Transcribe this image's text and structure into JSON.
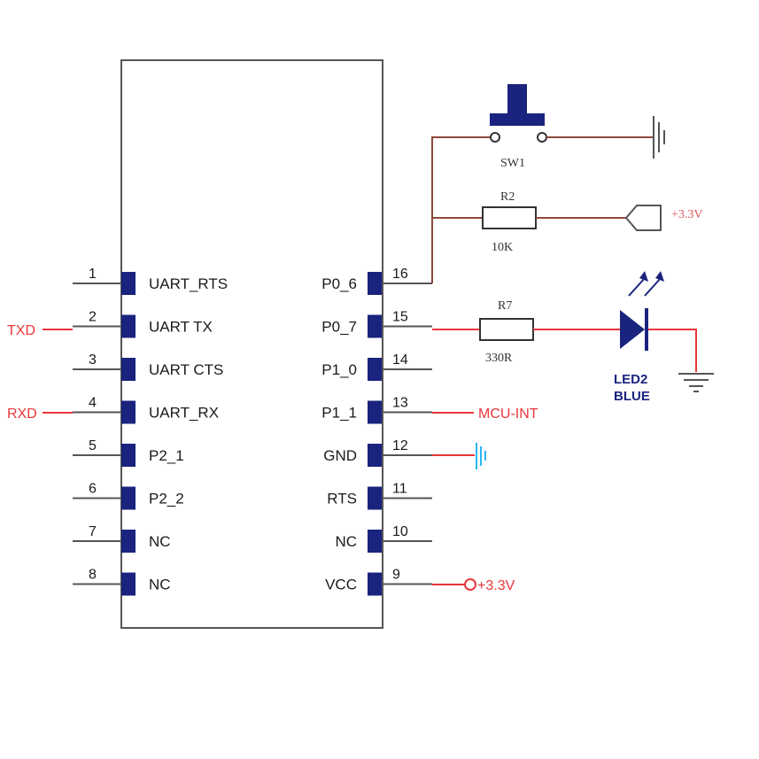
{
  "module": {
    "left_pins": [
      {
        "num": "1",
        "name": "UART_RTS"
      },
      {
        "num": "2",
        "name": "UART TX"
      },
      {
        "num": "3",
        "name": "UART CTS"
      },
      {
        "num": "4",
        "name": "UART_RX"
      },
      {
        "num": "5",
        "name": "P2_1"
      },
      {
        "num": "6",
        "name": "P2_2"
      },
      {
        "num": "7",
        "name": "NC"
      },
      {
        "num": "8",
        "name": "NC"
      }
    ],
    "right_pins": [
      {
        "num": "16",
        "name": "P0_6"
      },
      {
        "num": "15",
        "name": "P0_7"
      },
      {
        "num": "14",
        "name": "P1_0"
      },
      {
        "num": "13",
        "name": "P1_1"
      },
      {
        "num": "12",
        "name": "GND"
      },
      {
        "num": "11",
        "name": "RTS"
      },
      {
        "num": "10",
        "name": "NC"
      },
      {
        "num": "9",
        "name": "VCC"
      }
    ]
  },
  "signals": {
    "txd": "TXD",
    "rxd": "RXD",
    "mcu_int": "MCU-INT",
    "vcc_supply": "+3.3V"
  },
  "components": {
    "switch": {
      "ref": "SW1"
    },
    "r2": {
      "ref": "R2",
      "value": "10K",
      "supply": "+3.3V"
    },
    "r7": {
      "ref": "R7",
      "value": "330R"
    },
    "led": {
      "ref": "LED2",
      "color": "BLUE"
    }
  },
  "colors": {
    "pin_pad": "#1a237e",
    "signal_wire": "#e8363a",
    "gnd_blue": "#29b6f6",
    "wire_brown": "#8d4a3c",
    "outline": "#333333"
  }
}
